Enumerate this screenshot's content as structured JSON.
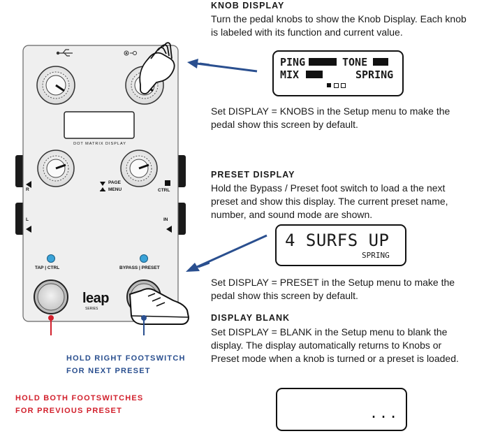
{
  "pedal": {
    "display_label": "DOT MATRIX DISPLAY",
    "label_r": "R",
    "label_l": "L",
    "label_in": "IN",
    "label_ctrl": "CTRL",
    "page": "PAGE",
    "menu": "MENU",
    "tap_ctrl": "TAP | CTRL",
    "bypass_preset": "BYPASS | PRESET",
    "brand": "leap",
    "brand_sub": "SERIES"
  },
  "knob_display": {
    "heading": "KNOB DISPLAY",
    "text": "Turn the pedal knobs to show the Knob Display. Each knob is labeled with its function and current value.",
    "lcd_ping": "PING",
    "lcd_tone": "TONE",
    "lcd_mix": "MIX",
    "lcd_spring": "SPRING",
    "setup_text": "Set DISPLAY = KNOBS in the Setup menu to make the pedal show this screen by default."
  },
  "preset_display": {
    "heading": "PRESET DISPLAY",
    "text": "Hold the Bypass / Preset foot switch to load a the next preset and show this display. The current preset name, number, and sound mode are shown.",
    "lcd_name": "4 SURFS UP",
    "lcd_mode": "SPRING",
    "setup_text": "Set DISPLAY = PRESET in the Setup menu to make the pedal show this screen by default."
  },
  "display_blank": {
    "heading": "DISPLAY BLANK",
    "text": "Set DISPLAY = BLANK in the Setup menu to blank the display. The display automatically returns to Knobs or Preset mode when a knob is turned or a preset is loaded.",
    "lcd_dots": "..."
  },
  "annotations": {
    "right_line1": "HOLD RIGHT FOOTSWITCH",
    "right_line2": "FOR NEXT PRESET",
    "both_line1": "HOLD BOTH FOOTSWITCHES",
    "both_line2": "FOR PREVIOUS PRESET"
  },
  "colors": {
    "blue": "#2a4f8f",
    "red": "#d2202c",
    "led": "#3aa3d8"
  }
}
